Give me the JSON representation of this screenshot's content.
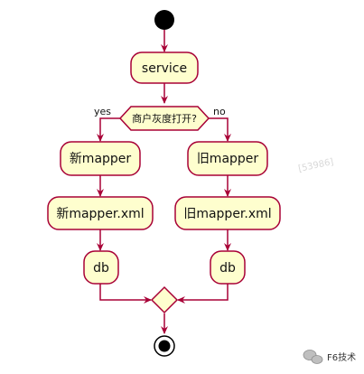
{
  "colors": {
    "stroke": "#A80036",
    "fill": "#FEFECE",
    "dot": "#000000"
  },
  "diagram": {
    "service_label": "service",
    "decision_label": "商户灰度打开?",
    "yes_label": "yes",
    "no_label": "no",
    "new_mapper_label": "新mapper",
    "new_mapper_xml_label": "新mapper.xml",
    "left_db_label": "db",
    "old_mapper_label": "旧mapper",
    "old_mapper_xml_label": "旧mapper.xml",
    "right_db_label": "db"
  },
  "watermark": {
    "text": "F6技术",
    "faint_mark": "[53986]"
  }
}
